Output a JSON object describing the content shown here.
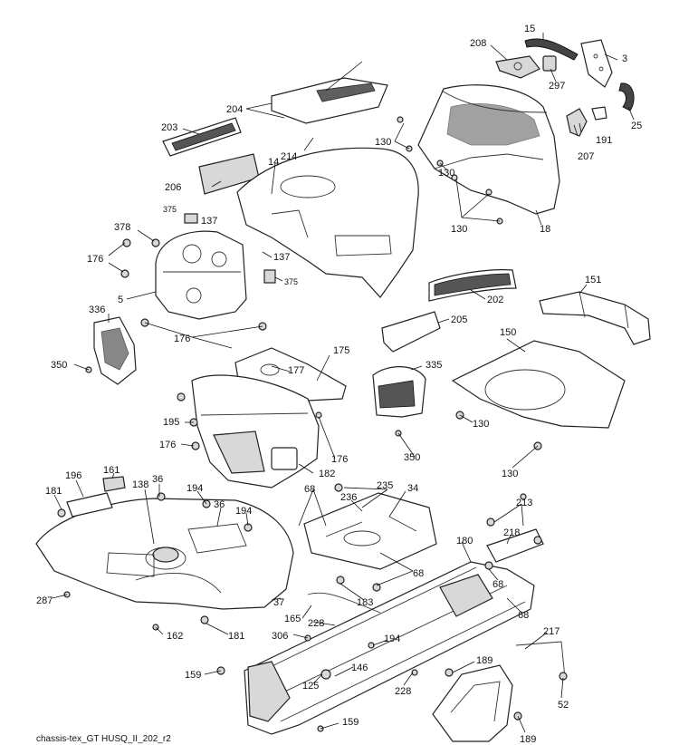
{
  "caption": "chassis-tex_GT HUSQ_II_202_r2",
  "callouts": {
    "c15": "15",
    "c208": "208",
    "c3": "3",
    "c297": "297",
    "c25": "25",
    "c204": "204",
    "c203": "203",
    "c214": "214",
    "c130a": "130",
    "c130b": "130",
    "c130c": "130",
    "c191": "191",
    "c207": "207",
    "c14": "14",
    "c206": "206",
    "c375a": "375",
    "c137a": "137",
    "c378": "378",
    "c176a": "176",
    "c137b": "137",
    "c18": "18",
    "c375b": "375",
    "c5": "5",
    "c151": "151",
    "c202": "202",
    "c336": "336",
    "c205": "205",
    "c176b": "176",
    "c175": "175",
    "c150": "150",
    "c350a": "350",
    "c177": "177",
    "c335": "335",
    "c130d": "130",
    "c195": "195",
    "c176c": "176",
    "c176d": "176",
    "c350b": "350",
    "c130e": "130",
    "c182": "182",
    "c196": "196",
    "c161": "161",
    "c36a": "36",
    "c138": "138",
    "c235": "235",
    "c68a": "68",
    "c236": "236",
    "c34": "34",
    "c181a": "181",
    "c194a": "194",
    "c36b": "36",
    "c194b": "194",
    "c213": "213",
    "c218": "218",
    "c180": "180",
    "c68b": "68",
    "c68c": "68",
    "c287": "287",
    "c183": "183",
    "c37": "37",
    "c165": "165",
    "c228a": "228",
    "c68d": "68",
    "c162": "162",
    "c181b": "181",
    "c306": "306",
    "c194c": "194",
    "c217": "217",
    "c189a": "189",
    "c146": "146",
    "c159a": "159",
    "c125": "125",
    "c228b": "228",
    "c52": "52",
    "c159b": "159",
    "c189b": "189"
  }
}
